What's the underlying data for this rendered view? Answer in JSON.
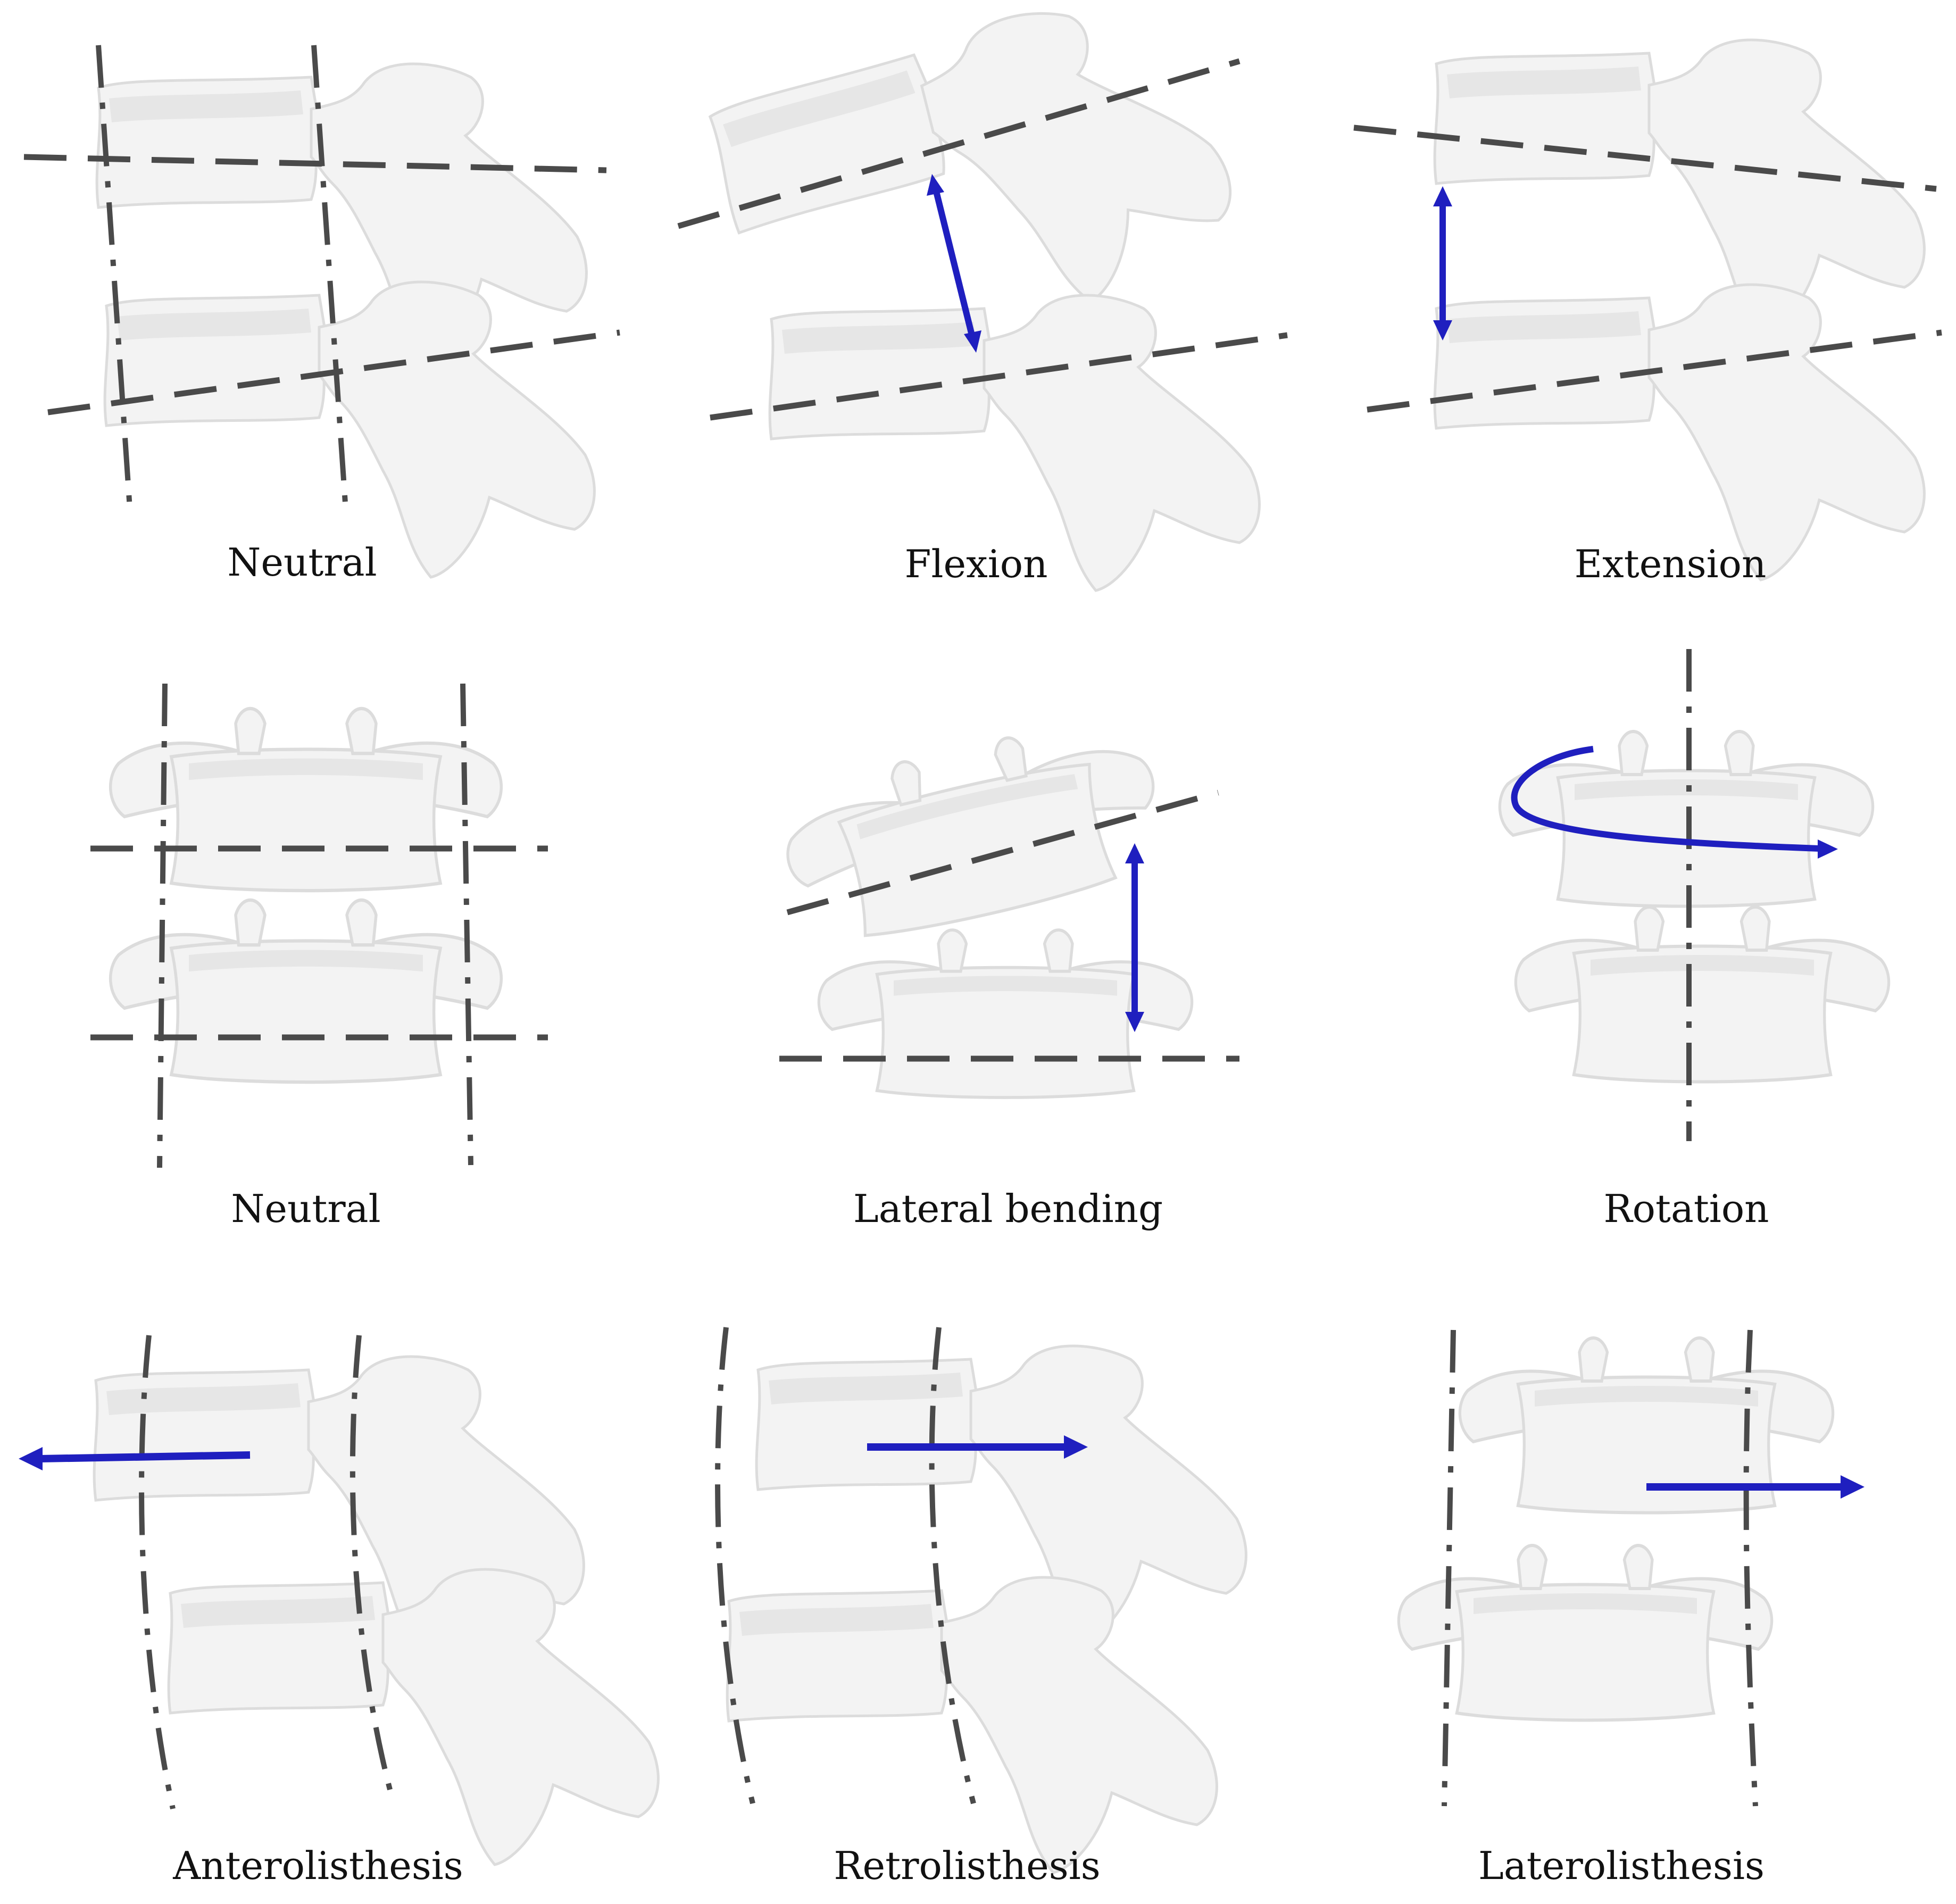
{
  "panels": [
    {
      "id": "neutral-lateral",
      "caption": "Neutral"
    },
    {
      "id": "flexion",
      "caption": "Flexion"
    },
    {
      "id": "extension",
      "caption": "Extension"
    },
    {
      "id": "neutral-frontal",
      "caption": "Neutral"
    },
    {
      "id": "lateral-bending",
      "caption": "Lateral bending"
    },
    {
      "id": "rotation",
      "caption": "Rotation"
    },
    {
      "id": "anterolisthesis",
      "caption": "Anterolisthesis"
    },
    {
      "id": "retrolisthesis",
      "caption": "Retrolisthesis"
    },
    {
      "id": "laterolisthesis",
      "caption": "Laterolisthesis"
    }
  ],
  "colors": {
    "reference_line": "#4a4a4a",
    "motion_arrow": "#1f1fbf",
    "vertebra": "#f3f3f3"
  }
}
